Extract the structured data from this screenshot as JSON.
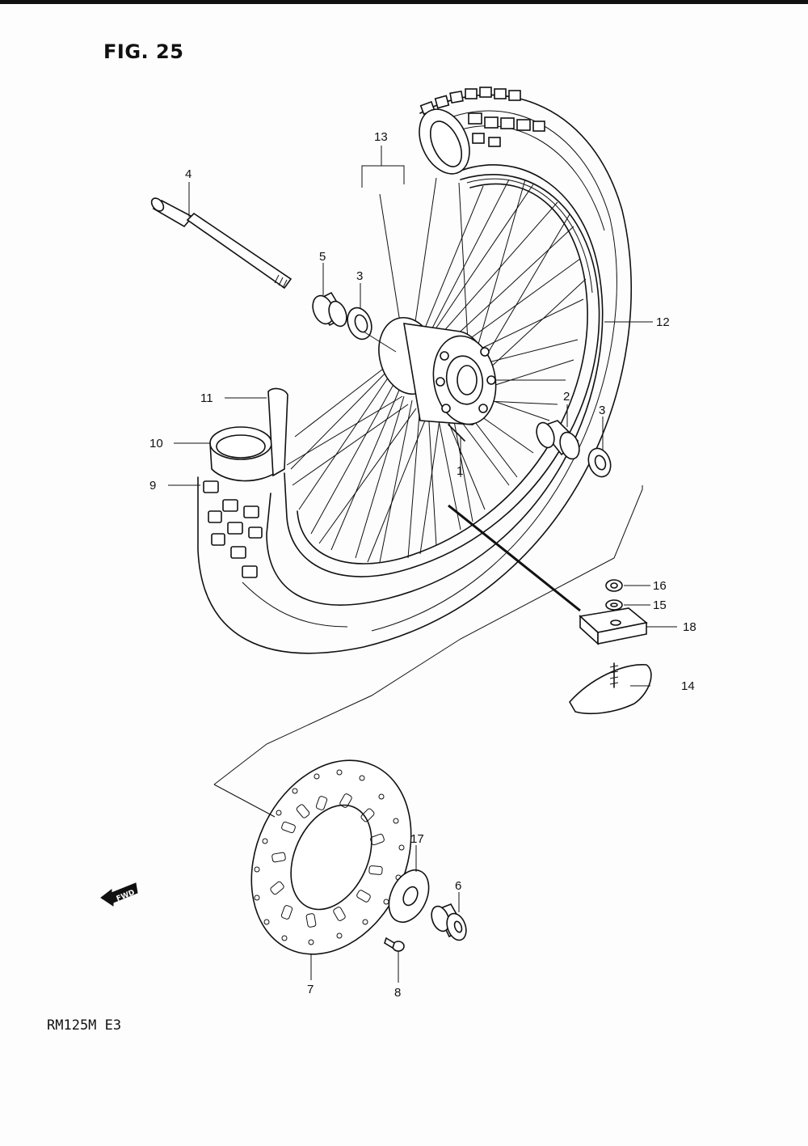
{
  "figure": {
    "title": "FIG. 25",
    "model": "RM125M  E3"
  },
  "direction_marker": {
    "label": "FWD",
    "icon": "arrow-left-icon"
  },
  "callouts": [
    {
      "id": "c1",
      "label": "1",
      "part": "hub"
    },
    {
      "id": "c2",
      "label": "2",
      "part": "spacer"
    },
    {
      "id": "c3a",
      "label": "3",
      "part": "bearing-left"
    },
    {
      "id": "c3b",
      "label": "3",
      "part": "bearing-right"
    },
    {
      "id": "c4",
      "label": "4",
      "part": "axle"
    },
    {
      "id": "c5",
      "label": "5",
      "part": "spacer-collar"
    },
    {
      "id": "c6",
      "label": "6",
      "part": "disc-spacer"
    },
    {
      "id": "c7",
      "label": "7",
      "part": "brake-disc"
    },
    {
      "id": "c8",
      "label": "8",
      "part": "disc-bolt"
    },
    {
      "id": "c9",
      "label": "9",
      "part": "tire"
    },
    {
      "id": "c10",
      "label": "10",
      "part": "tube"
    },
    {
      "id": "c11",
      "label": "11",
      "part": "rim-band"
    },
    {
      "id": "c12",
      "label": "12",
      "part": "rim"
    },
    {
      "id": "c13",
      "label": "13",
      "part": "spoke-set"
    },
    {
      "id": "c14",
      "label": "14",
      "part": "rim-lock"
    },
    {
      "id": "c15",
      "label": "15",
      "part": "washer"
    },
    {
      "id": "c16",
      "label": "16",
      "part": "nut"
    },
    {
      "id": "c17",
      "label": "17",
      "part": "disc-shim"
    },
    {
      "id": "c18",
      "label": "18",
      "part": "rubber-pad"
    }
  ],
  "colors": {
    "ink": "#111111",
    "paper": "#fdfdfd"
  }
}
